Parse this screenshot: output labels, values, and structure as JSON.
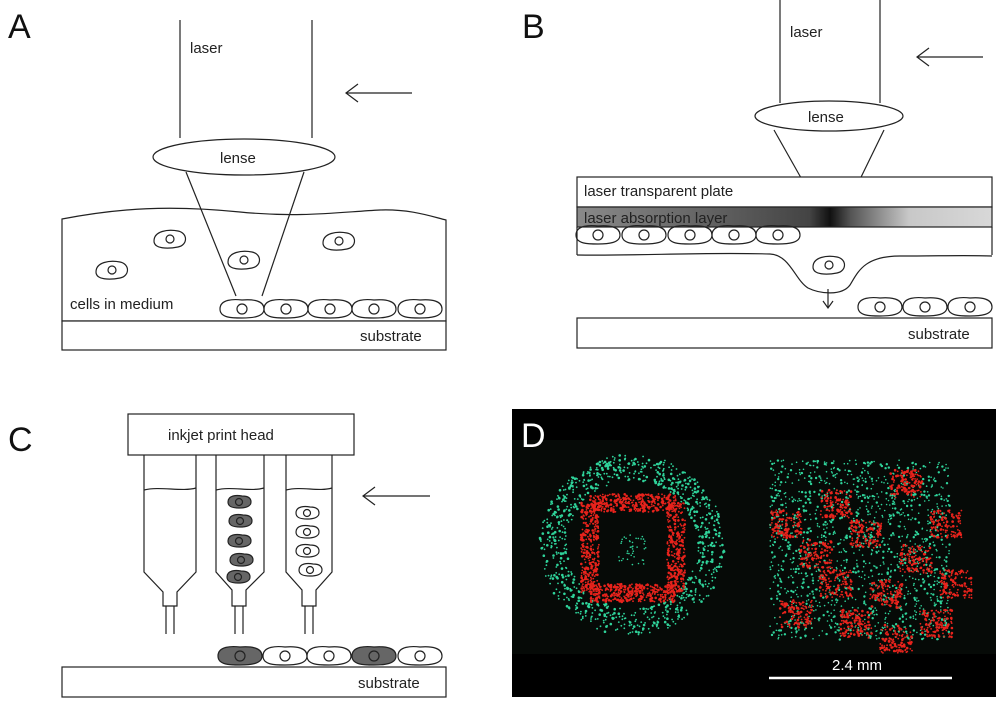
{
  "panels": {
    "a": {
      "letter": "A",
      "laser": "laser",
      "lense": "lense",
      "cells_label": "cells in medium",
      "substrate": "substrate"
    },
    "b": {
      "letter": "B",
      "laser": "laser",
      "lense": "lense",
      "plate": "laser transparent plate",
      "absorption": "laser absorption layer",
      "substrate": "substrate"
    },
    "c": {
      "letter": "C",
      "print_head": "inkjet print head",
      "substrate": "substrate"
    },
    "d": {
      "letter": "D",
      "scale_label": "2.4 mm"
    }
  },
  "colors": {
    "green_dots": "#2fd39a",
    "red_dots": "#e8231c",
    "dark_cell": "#666666",
    "image_bg": "#000000"
  }
}
